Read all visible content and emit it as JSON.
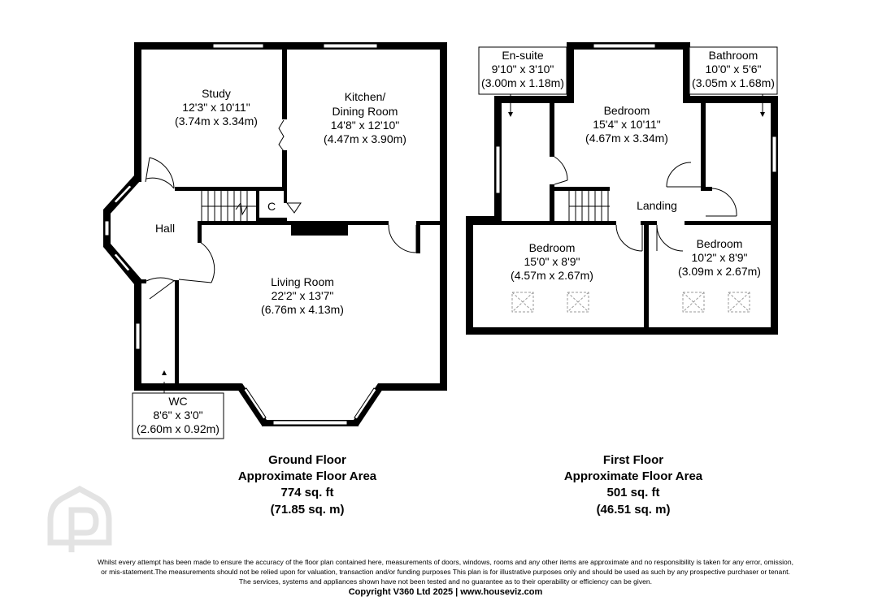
{
  "ground_floor": {
    "rooms": {
      "study": {
        "name": "Study",
        "imperial": "12'3\" x 10'11\"",
        "metric": "(3.74m x 3.34m)"
      },
      "kitchen": {
        "name1": "Kitchen/",
        "name2": "Dining Room",
        "imperial": "14'8\" x 12'10\"",
        "metric": "(4.47m x 3.90m)"
      },
      "cupboard": {
        "name": "C"
      },
      "hall": {
        "name": "Hall"
      },
      "living": {
        "name": "Living Room",
        "imperial": "22'2\" x 13'7\"",
        "metric": "(6.76m x 4.13m)"
      },
      "wc": {
        "name": "WC",
        "imperial": "8'6\" x 3'0\"",
        "metric": "(2.60m x 0.92m)"
      }
    },
    "summary": {
      "title": "Ground Floor",
      "subtitle": "Approximate Floor Area",
      "area_sqft": "774 sq. ft",
      "area_sqm": "(71.85 sq. m)"
    }
  },
  "first_floor": {
    "rooms": {
      "ensuite": {
        "name": "En-suite",
        "imperial": "9'10\" x 3'10\"",
        "metric": "(3.00m x 1.18m)"
      },
      "bedroom1": {
        "name": "Bedroom",
        "imperial": "15'4\" x 10'11\"",
        "metric": "(4.67m x 3.34m)"
      },
      "bathroom": {
        "name": "Bathroom",
        "imperial": "10'0\" x 5'6\"",
        "metric": "(3.05m x 1.68m)"
      },
      "landing": {
        "name": "Landing"
      },
      "bedroom2": {
        "name": "Bedroom",
        "imperial": "15'0\" x 8'9\"",
        "metric": "(4.57m x 2.67m)"
      },
      "bedroom3": {
        "name": "Bedroom",
        "imperial": "10'2\" x 8'9\"",
        "metric": "(3.09m x 2.67m)"
      }
    },
    "summary": {
      "title": "First Floor",
      "subtitle": "Approximate Floor Area",
      "area_sqft": "501 sq. ft",
      "area_sqm": "(46.51 sq. m)"
    }
  },
  "disclaimer": {
    "line1": "Whilst every attempt has been made to ensure the accuracy of the floor plan contained here, measurements of doors, windows, rooms and any other items are approximate and no responsibility is taken for any error, omission,",
    "line2": "or mis-statement.The measurements should not be relied upon for valuation, transaction and/or funding purposes This plan is for illustrative purposes only and should be used as such by any prospective purchaser or tenant.",
    "line3": "The services, systems and appliances shown have not been tested and no guarantee as to their operability or efficiency can be given."
  },
  "copyright": "Copyright V360 Ltd 2025 | www.houseviz.com",
  "colors": {
    "wall": "#000000",
    "background": "#ffffff",
    "watermark": "#e3e3e3"
  }
}
